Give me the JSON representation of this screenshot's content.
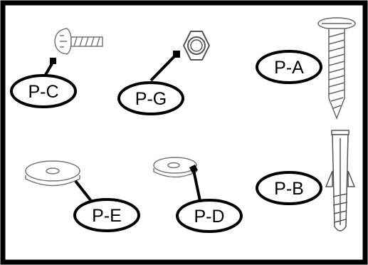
{
  "parts": {
    "pc": {
      "label": "P-C",
      "part": "machine-screw"
    },
    "pg": {
      "label": "P-G",
      "part": "hex-nut"
    },
    "pa": {
      "label": "P-A",
      "part": "wood-screw"
    },
    "pe": {
      "label": "P-E",
      "part": "large-flat-washer"
    },
    "pd": {
      "label": "P-D",
      "part": "small-flat-washer"
    },
    "pb": {
      "label": "P-B",
      "part": "wall-anchor"
    }
  },
  "colors": {
    "border": "#000000",
    "background": "#ffffff"
  }
}
